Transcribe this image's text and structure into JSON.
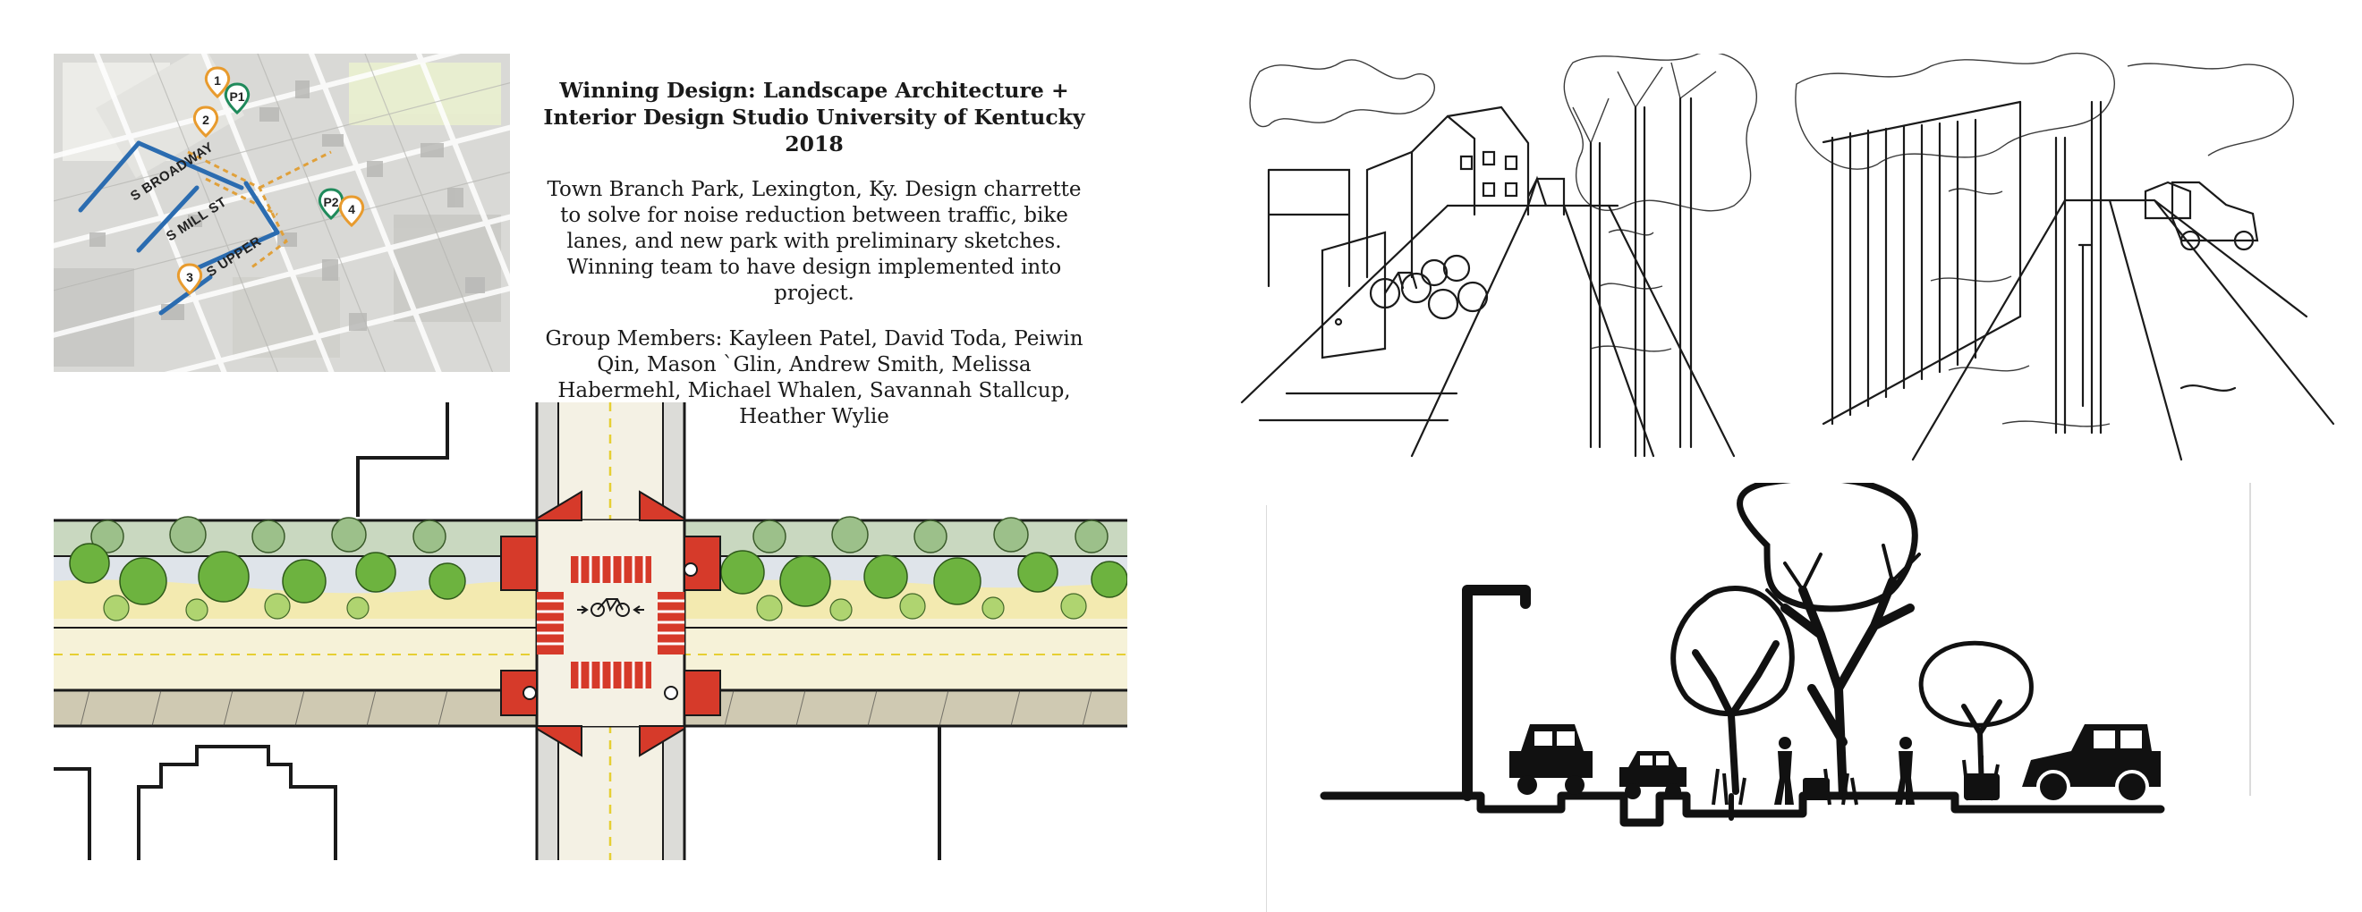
{
  "title": "Winning Design: Landscape Architecture + Interior Design Studio University of Kentucky 2018",
  "description": "Town Branch Park, Lexington, Ky. Design charrette to solve for noise reduction between traffic, bike lanes, and new park with preliminary sketches. Winning team to have design implemented into project.",
  "members": "Group Members: Kayleen Patel, David Toda, Peiwin Qin, Mason `Glin, Andrew Smith, Melissa Habermehl, Michael Whalen, Savannah Stallcup, Heather Wylie",
  "map": {
    "street_labels": [
      "S BROADWAY",
      "S MILL ST",
      "S UPPER"
    ],
    "pins": [
      {
        "label": "1",
        "color": "#e89b2e"
      },
      {
        "label": "P1",
        "color": "#1f8a5b"
      },
      {
        "label": "2",
        "color": "#e89b2e"
      },
      {
        "label": "P2",
        "color": "#1f8a5b"
      },
      {
        "label": "4",
        "color": "#e89b2e"
      },
      {
        "label": "3",
        "color": "#e89b2e"
      }
    ],
    "route_color": "#2b6cb0"
  },
  "colors": {
    "crosswalk": "#d63a2a",
    "tree_green": "#a8d26a",
    "tree_dark": "#6db33f",
    "path_yellow": "#f3eab0",
    "sidewalk": "#e8e1c6"
  }
}
